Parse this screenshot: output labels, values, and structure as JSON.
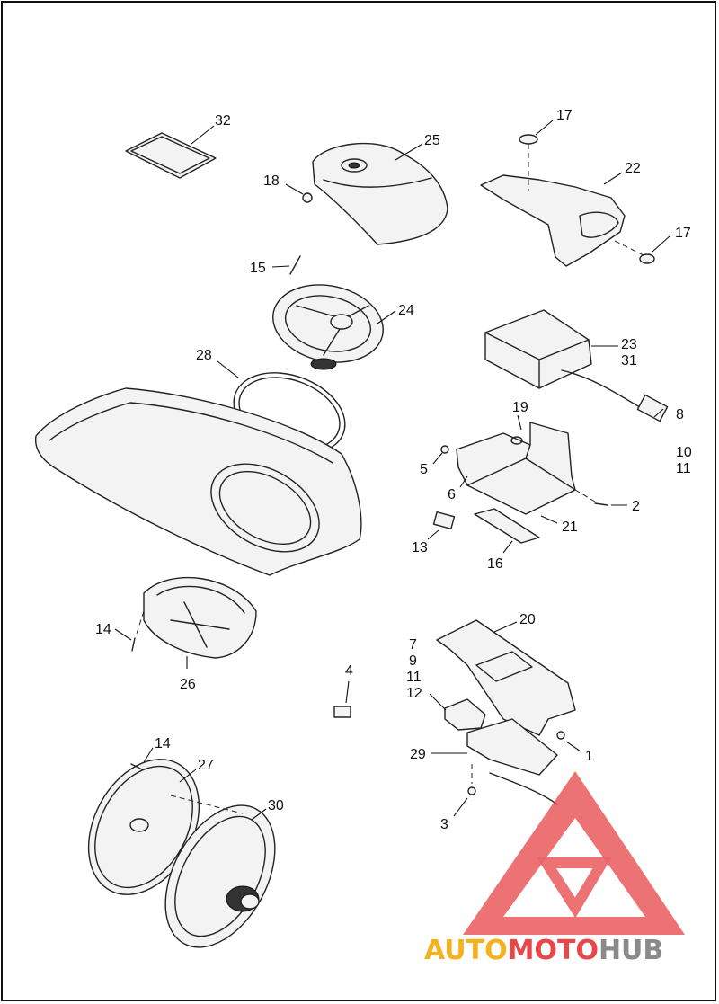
{
  "diagram": {
    "callouts": {
      "c32": "32",
      "c25": "25",
      "c18": "18",
      "c17a": "17",
      "c22": "22",
      "c17b": "17",
      "c15": "15",
      "c24": "24",
      "c28": "28",
      "c23": "23",
      "c31": "31",
      "c19": "19",
      "c8": "8",
      "c10": "10",
      "c11a": "11",
      "c5": "5",
      "c6": "6",
      "c2": "2",
      "c21": "21",
      "c13": "13",
      "c16": "16",
      "c20": "20",
      "c7": "7",
      "c9": "9",
      "c11b": "11",
      "c12": "12",
      "c14a": "14",
      "c26": "26",
      "c4": "4",
      "c1": "1",
      "c29": "29",
      "c14b": "14",
      "c27": "27",
      "c30": "30",
      "c3": "3"
    }
  },
  "watermark": {
    "part1": "AUTO",
    "part2": "MOTO",
    "part3": "HUB",
    "color_red": "#e8474a",
    "color_orange": "#f5b21e",
    "color_gray": "#8a8a8a"
  }
}
